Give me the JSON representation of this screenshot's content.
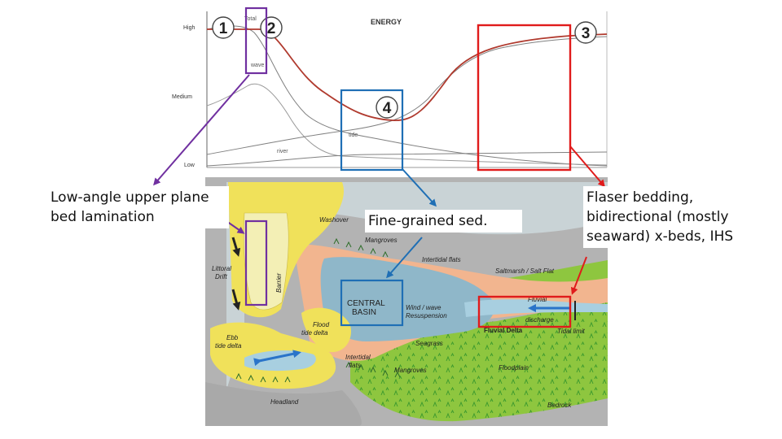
{
  "energy_chart": {
    "title": "ENERGY",
    "y_levels": [
      "High",
      "Medium",
      "Low"
    ],
    "curve_labels": {
      "total": "Total",
      "wave": "wave",
      "tide": "tide",
      "river": "river"
    },
    "markers": [
      "1",
      "2",
      "3",
      "4"
    ],
    "colors": {
      "total_curve": "#b03a2e",
      "component_curves": "#808080"
    }
  },
  "estuary_map": {
    "labels": {
      "washover": "Washover",
      "mangroves_top": "Mangroves",
      "intertidal_flats_top": "Intertidal flats",
      "saltmarsh": "Saltmarsh / Salt Flat",
      "littoral_drift": [
        "Littoral",
        "Drift"
      ],
      "barrier": "Barrier",
      "central_basin": [
        "CENTRAL",
        "BASIN"
      ],
      "wind_wave": [
        "Wind / wave",
        "Resuspension"
      ],
      "fluvial": "Fluvial",
      "discharge": "discharge",
      "fluvial_delta": "Fluvial Delta",
      "tidal_limit": "Tidal limit",
      "flood_tide_delta": [
        "Flood",
        "tide delta"
      ],
      "ebb_tide_delta": [
        "Ebb",
        "tide delta"
      ],
      "seagrass": "Seagrass",
      "intertidal_flats_bottom": [
        "Intertidal",
        "flats"
      ],
      "mangroves_bottom": "Mangroves",
      "floodplain": "Floodplain",
      "headland": "Headland",
      "bedrock": "Bedrock"
    },
    "colors": {
      "sea": "#c9d3d6",
      "basin": "#8fb7c9",
      "barrier": "#f3efb5",
      "sand": "#f0e15a",
      "intertidal": "#f2b58f",
      "floodplain": "#8ec63f",
      "rock": "#b3b3b3"
    }
  },
  "annotations": {
    "low_angle": "Low-angle upper plane bed lamination",
    "fine_grained": "Fine-grained sed.",
    "flaser": "Flaser bedding, bidirectional (mostly seaward) x-beds, IHS"
  },
  "highlight_colors": {
    "purple": "#7030a0",
    "blue": "#1f6fb5",
    "red": "#e01b1b"
  }
}
